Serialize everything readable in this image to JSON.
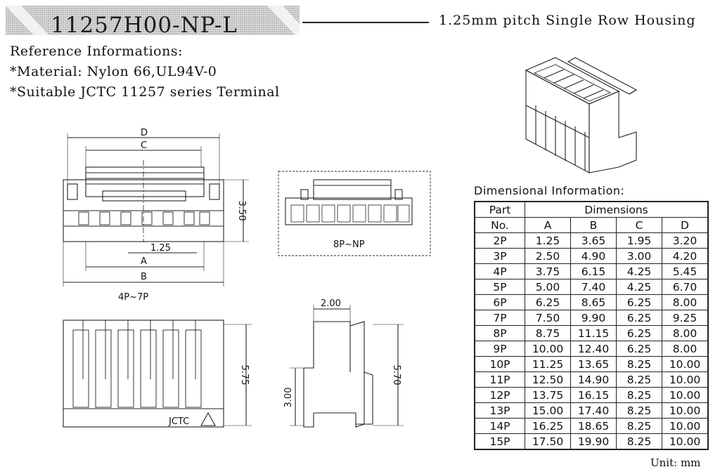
{
  "header": {
    "part_number": "11257H00-NP-L",
    "description": "1.25mm pitch Single Row Housing"
  },
  "reference": {
    "heading": "Reference Informations:",
    "material": "*Material: Nylon 66,UL94V-0",
    "terminal": "*Suitable JCTC 11257 series Terminal"
  },
  "views": {
    "front": {
      "dim_d": "D",
      "dim_c": "C",
      "dim_height": "3.50",
      "dim_pitch": "1.25",
      "dim_a": "A",
      "dim_b": "B",
      "caption": "4P~7P"
    },
    "alt": {
      "caption": "8P~NP"
    },
    "bottom": {
      "dim_height": "5.75",
      "logo": "JCTC"
    },
    "side": {
      "dim_width": "2.00",
      "dim_height": "5.70",
      "dim_lower": "3.00"
    }
  },
  "table": {
    "title": "Dimensional Information:",
    "col_part_1": "Part",
    "col_part_2": "No.",
    "col_dimensions": "Dimensions",
    "cols": [
      "A",
      "B",
      "C",
      "D"
    ],
    "rows": [
      {
        "part": "2P",
        "a": "1.25",
        "b": "3.65",
        "c": "1.95",
        "d": "3.20"
      },
      {
        "part": "3P",
        "a": "2.50",
        "b": "4.90",
        "c": "3.00",
        "d": "4.20"
      },
      {
        "part": "4P",
        "a": "3.75",
        "b": "6.15",
        "c": "4.25",
        "d": "5.45"
      },
      {
        "part": "5P",
        "a": "5.00",
        "b": "7.40",
        "c": "4.25",
        "d": "6.70"
      },
      {
        "part": "6P",
        "a": "6.25",
        "b": "8.65",
        "c": "6.25",
        "d": "8.00"
      },
      {
        "part": "7P",
        "a": "7.50",
        "b": "9.90",
        "c": "6.25",
        "d": "9.25"
      },
      {
        "part": "8P",
        "a": "8.75",
        "b": "11.15",
        "c": "6.25",
        "d": "8.00"
      },
      {
        "part": "9P",
        "a": "10.00",
        "b": "12.40",
        "c": "6.25",
        "d": "8.00"
      },
      {
        "part": "10P",
        "a": "11.25",
        "b": "13.65",
        "c": "8.25",
        "d": "10.00"
      },
      {
        "part": "11P",
        "a": "12.50",
        "b": "14.90",
        "c": "8.25",
        "d": "10.00"
      },
      {
        "part": "12P",
        "a": "13.75",
        "b": "16.15",
        "c": "8.25",
        "d": "10.00"
      },
      {
        "part": "13P",
        "a": "15.00",
        "b": "17.40",
        "c": "8.25",
        "d": "10.00"
      },
      {
        "part": "14P",
        "a": "16.25",
        "b": "18.65",
        "c": "8.25",
        "d": "10.00"
      },
      {
        "part": "15P",
        "a": "17.50",
        "b": "19.90",
        "c": "8.25",
        "d": "10.00"
      }
    ],
    "unit": "Unit: mm"
  }
}
